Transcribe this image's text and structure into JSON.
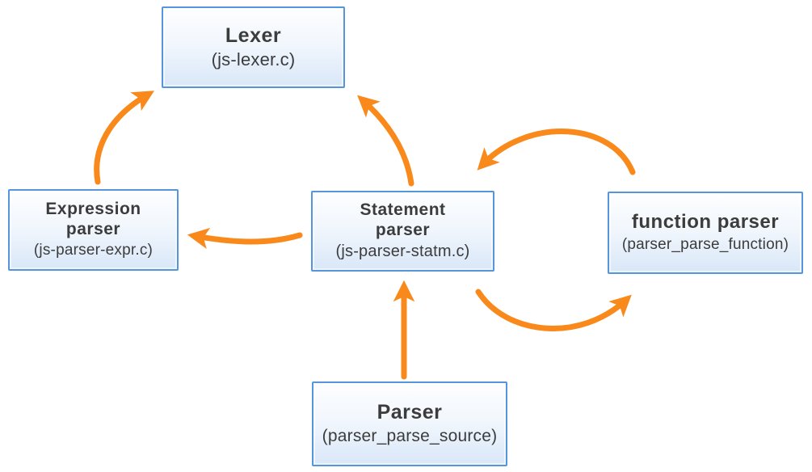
{
  "diagram": {
    "nodes": {
      "lexer": {
        "title": "Lexer",
        "subtitle": "(js-lexer.c)"
      },
      "expression_parser": {
        "title": "Expression\nparser",
        "subtitle": "(js-parser-expr.c)"
      },
      "statement_parser": {
        "title": "Statement\nparser",
        "subtitle": "(js-parser-statm.c)"
      },
      "function_parser": {
        "title": "function parser",
        "subtitle": "(parser_parse_function)"
      },
      "parser": {
        "title": "Parser",
        "subtitle": "(parser_parse_source)"
      }
    },
    "edges": [
      {
        "from": "expression_parser",
        "to": "lexer",
        "style": "curved"
      },
      {
        "from": "statement_parser",
        "to": "lexer",
        "style": "curved"
      },
      {
        "from": "statement_parser",
        "to": "expression_parser",
        "style": "curved"
      },
      {
        "from": "function_parser",
        "to": "statement_parser",
        "style": "arc-over"
      },
      {
        "from": "statement_parser",
        "to": "function_parser",
        "style": "arc-under"
      },
      {
        "from": "parser",
        "to": "statement_parser",
        "style": "straight"
      }
    ],
    "colors": {
      "arrow": "#f8891a",
      "node_border": "#5695db",
      "node_fill_top": "#fdfeff",
      "node_fill_bottom": "#d9e7f8",
      "text": "#3c3c3c",
      "background": "#ffffff"
    }
  }
}
